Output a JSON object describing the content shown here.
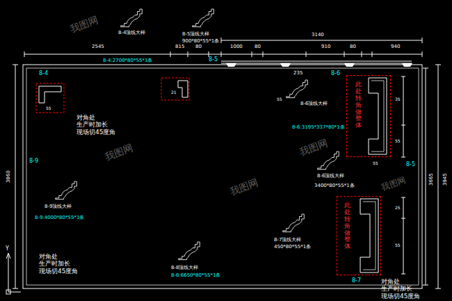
{
  "diagram": {
    "nodes": [
      {
        "text": [
          "此处转角做整体"
        ]
      },
      {
        "text": [
          "此处转角做整体"
        ]
      }
    ],
    "labels": [
      "8-4顶线大样",
      "8-5顶线大样",
      "900*80*55*1条",
      "8-4:2700*80*55*1条",
      "2545",
      "3140",
      "815",
      "80",
      "1000",
      "80",
      "910",
      "80",
      "940",
      "8-4",
      "8-5",
      "235",
      "8-6",
      "8-9",
      "8-5",
      "8-7",
      "3860",
      "3665",
      "3945",
      "对角处 生产时加长 现场切45度角",
      "对角处 生产时加长 现场切45度角",
      "对角处 生产时加长 现场切45度角",
      "8-6顶线大样",
      "8-6:3195*337*80*1条",
      "8-6顶线大样",
      "3400*80*55*1条",
      "8-9顶线大样",
      "8-9:4000*80*55*1条",
      "8-7顶线大样",
      "450*80*55*1条",
      "8-8顶线大样",
      "8-8:6650*80*55*1条",
      "55",
      "21",
      "55",
      "35",
      "55",
      "55",
      "55",
      "25",
      "我图网",
      "我图网",
      "我图网",
      "我图网",
      "我图网",
      "Y"
    ]
  }
}
